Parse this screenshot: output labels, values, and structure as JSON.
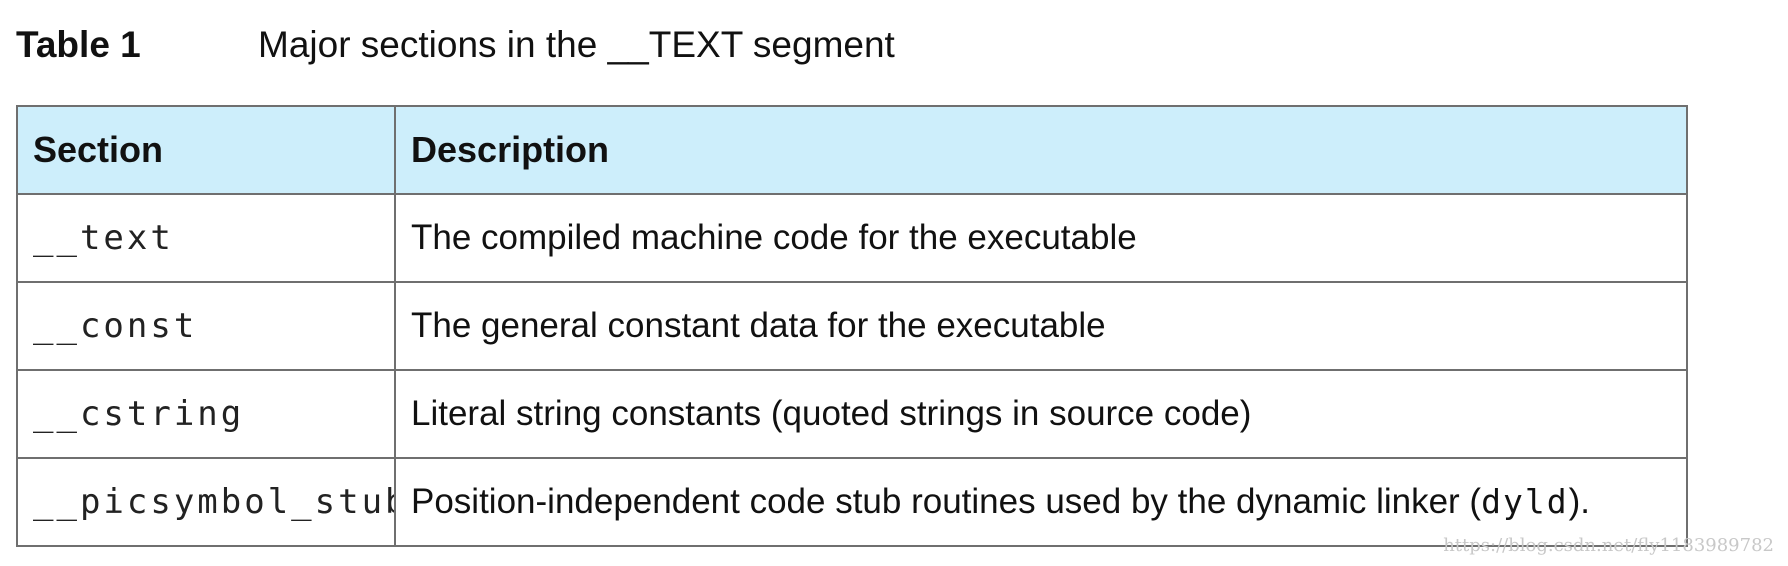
{
  "caption": {
    "label": "Table 1",
    "title": "Major sections in the __TEXT segment"
  },
  "table": {
    "headers": [
      "Section",
      "Description"
    ],
    "rows": [
      {
        "section": "__text",
        "description": "The compiled machine code for the executable"
      },
      {
        "section": "__const",
        "description": "The general constant data for the executable"
      },
      {
        "section": "__cstring",
        "description": "Literal string constants (quoted strings in source code)"
      },
      {
        "section": "__picsymbol_stub",
        "description_prefix": "Position-independent code stub routines used by the dynamic linker (",
        "description_code": "dyld",
        "description_suffix": ")."
      }
    ]
  },
  "watermark": "https://blog.csdn.net/fly1183989782",
  "colors": {
    "header_background": "#cdeefb",
    "border": "#6f6f6f",
    "text": "#111111"
  }
}
